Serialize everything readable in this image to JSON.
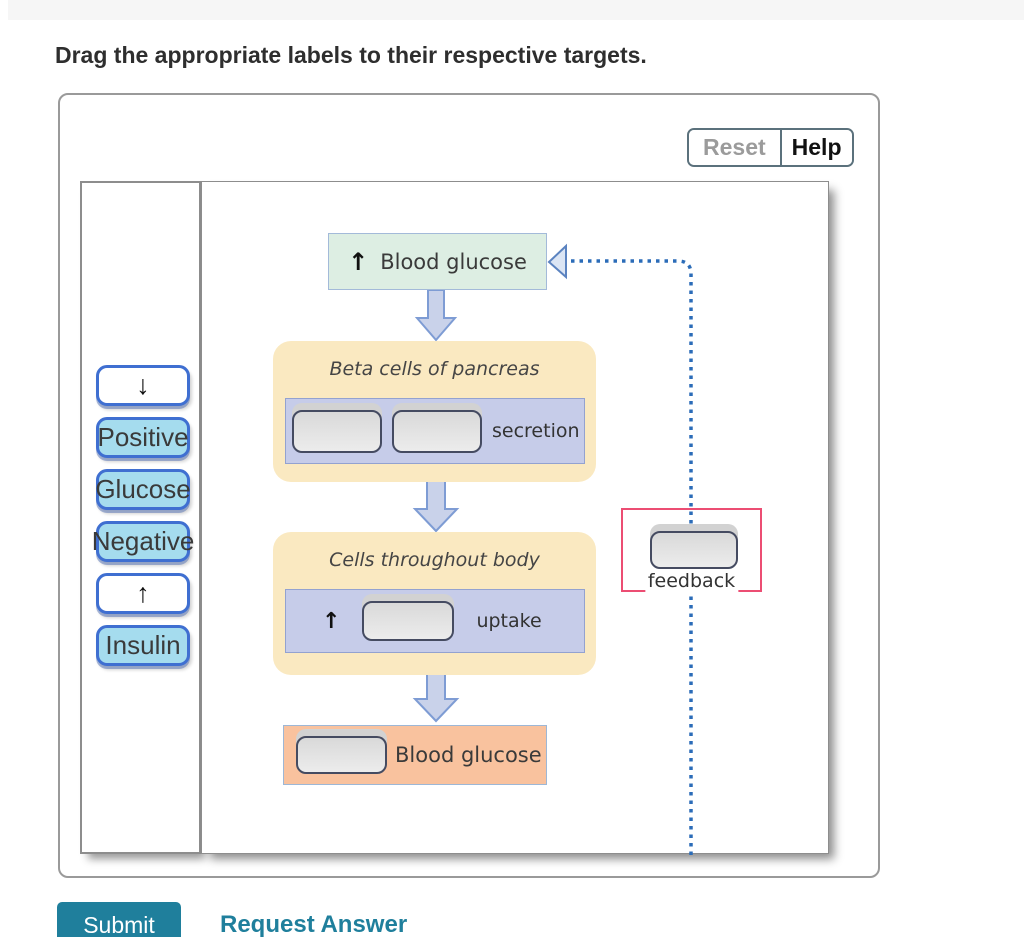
{
  "instruction": "Drag the appropriate labels to their respective targets.",
  "toolbar": {
    "reset": "Reset",
    "help": "Help"
  },
  "bin": {
    "items": [
      {
        "label": "↓",
        "kind": "arrow-down"
      },
      {
        "label": "Positive",
        "kind": "word"
      },
      {
        "label": "Glucose",
        "kind": "word"
      },
      {
        "label": "Negative",
        "kind": "word"
      },
      {
        "label": "↑",
        "kind": "arrow-up"
      },
      {
        "label": "Insulin",
        "kind": "word"
      }
    ]
  },
  "diagram": {
    "top_box": {
      "arrow": "↑",
      "label": "Blood glucose"
    },
    "beta_panel": {
      "title": "Beta cells of pancreas",
      "suffix": "secretion"
    },
    "cells_panel": {
      "title": "Cells throughout body",
      "arrow": "↑",
      "suffix": "uptake"
    },
    "bottom_box": {
      "label": "Blood glucose"
    },
    "feedback": {
      "label": "feedback"
    }
  },
  "footer": {
    "submit": "Submit",
    "request_answer": "Request Answer"
  },
  "colors": {
    "accent_teal": "#1f7f9c",
    "label_fill": "#a5dcee",
    "label_border": "#3f6fd1",
    "panel_cream": "#fae9c1",
    "strip_lavender": "#c6cce9",
    "mint_box": "#ddeee3",
    "salmon_box": "#f9c29e",
    "dotted_line": "#2b6cb8",
    "feedback_border": "#ec4d73",
    "arrow_fill": "#c9d2ea"
  }
}
